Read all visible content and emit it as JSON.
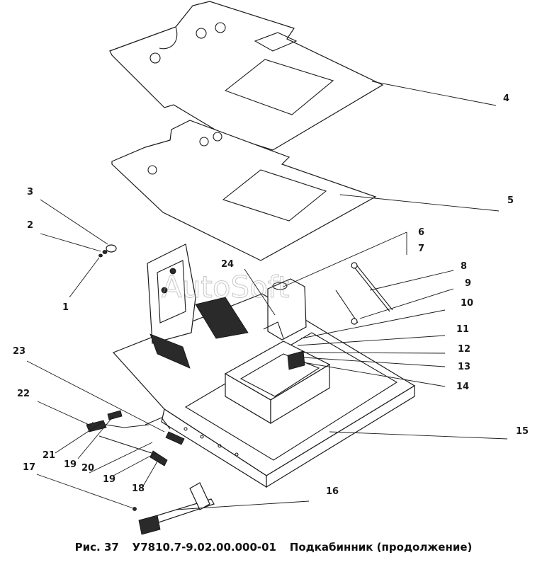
{
  "labels": [
    "1",
    "2",
    "3",
    "4",
    "5",
    "6",
    "7",
    "8",
    "9",
    "10",
    "11",
    "12",
    "13",
    "14",
    "15",
    "16",
    "17",
    "18",
    "19",
    "19",
    "20",
    "21",
    "22",
    "23",
    "24"
  ],
  "watermark": "AutoSoft",
  "caption": {
    "figure": "Рис. 37",
    "document_number": "У7810.7-9.02.00.000-01",
    "title": "Подкабинник (продолжение)"
  }
}
